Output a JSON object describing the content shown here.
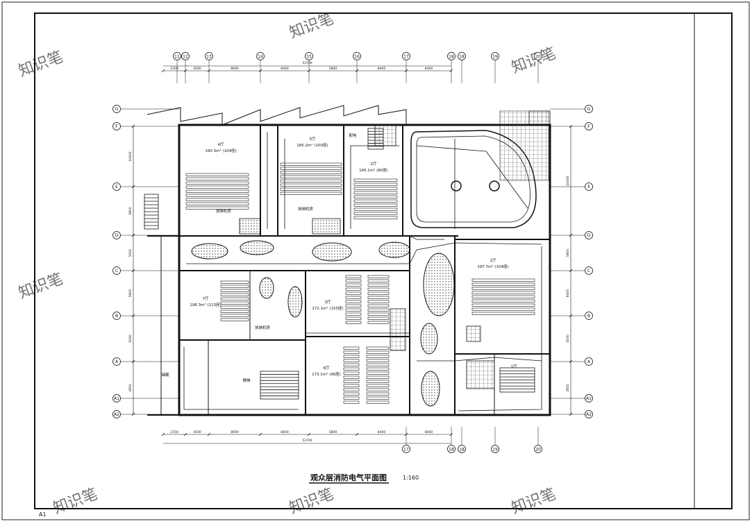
{
  "drawing": {
    "title": "观众层消防电气平面图",
    "scale": "1:160",
    "sheet_code": "A1"
  },
  "grid_top": [
    "11",
    "12",
    "13",
    "14",
    "15",
    "16",
    "17",
    "18",
    "18",
    "19",
    "20"
  ],
  "grid_bottom": [
    "17",
    "18",
    "18",
    "19",
    "20"
  ],
  "grid_rows": [
    "G",
    "F",
    "E",
    "D",
    "C",
    "B",
    "A",
    "A1",
    "A2"
  ],
  "dims_top": [
    "2350",
    "4500",
    "8000",
    "8400",
    "5800",
    "8400",
    "8400"
  ],
  "dims_top_total": "53700",
  "dims_bottom": [
    "2350",
    "4500",
    "8000",
    "8400",
    "5800",
    "8400",
    "8400"
  ],
  "dims_bottom_total": "53700",
  "dims_left": [
    "10400",
    "5800",
    "5000",
    "5800",
    "5000",
    "2850"
  ],
  "dims_right": [
    "10400",
    "5800",
    "8400",
    "5000",
    "2850"
  ],
  "rooms": {
    "r1": {
      "name": "4厅",
      "area": "190.3m² (104座)"
    },
    "r2": {
      "name": "5厅",
      "area": "185.2m² (100座)"
    },
    "r3": {
      "name": "2厅",
      "area": "145.1m² (80座)"
    },
    "r4": {
      "name": "7厅",
      "area": "198.3m² (113座)"
    },
    "r5": {
      "name": "3厅",
      "area": "272.1m² (155座)"
    },
    "r6": {
      "name": "6厅",
      "area": "173.1m² (96座)"
    },
    "r7": {
      "name": "1厅",
      "area": "197.7m² (104座)"
    },
    "r8": {
      "name": "1厅"
    }
  },
  "labels": {
    "equip1": "放映机房",
    "equip2": "放映机房",
    "equip3": "放映机房",
    "corridor": "配电",
    "stair": "楼梯",
    "store": "储藏"
  },
  "watermark": "知识笔"
}
